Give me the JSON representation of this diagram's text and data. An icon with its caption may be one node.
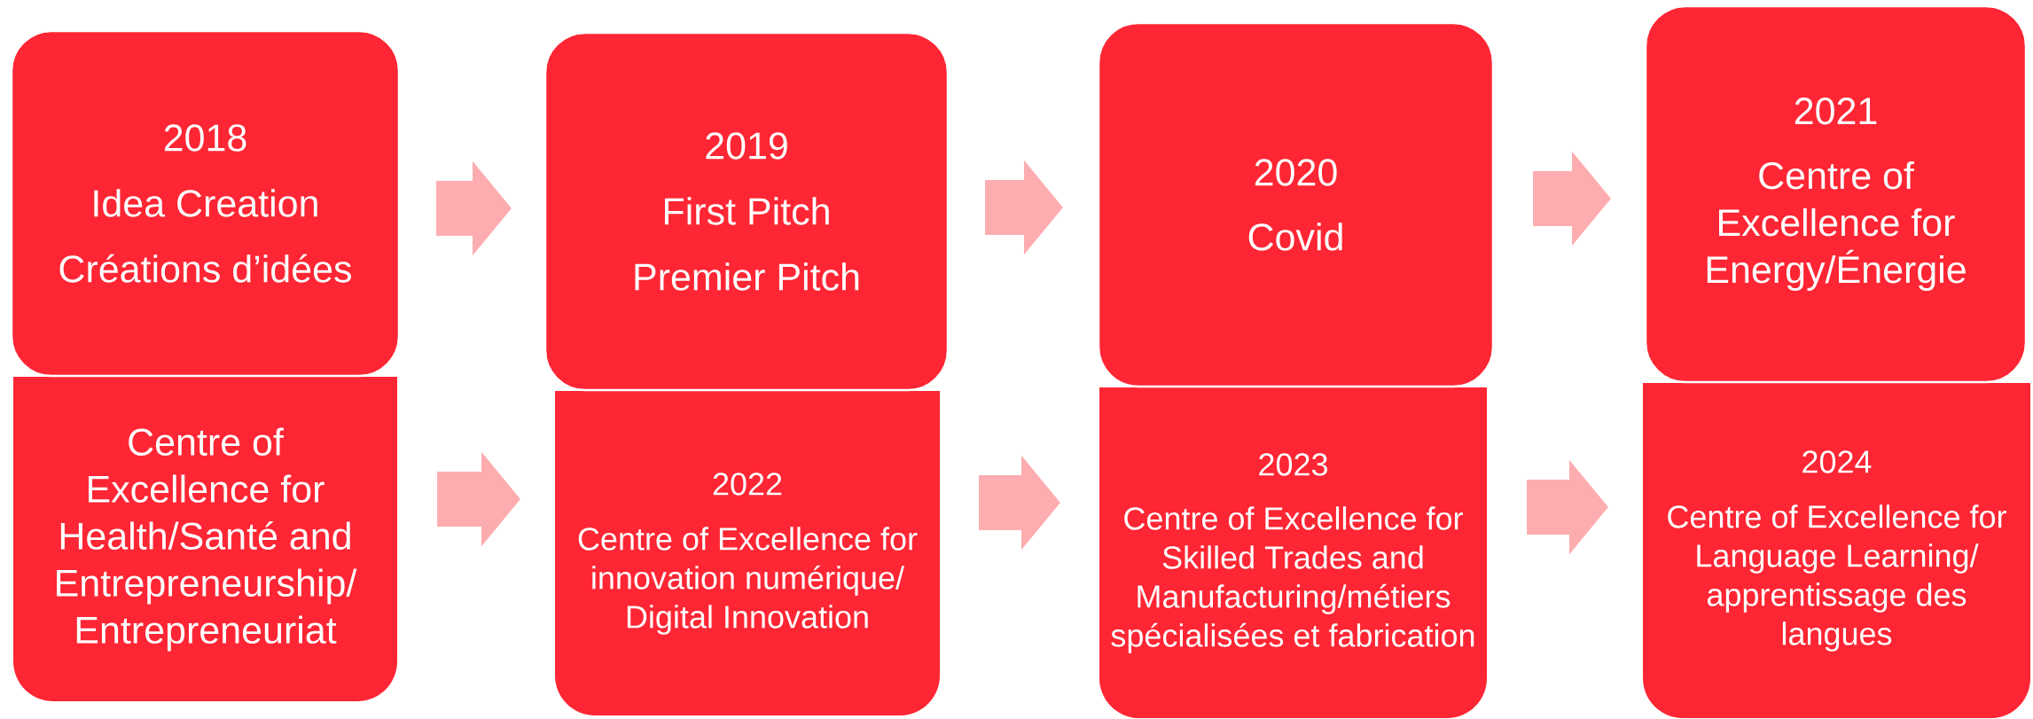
{
  "diagram": {
    "nodes": [
      {
        "text": [
          "2018",
          "Idea Creation",
          "Créations d’idées"
        ]
      },
      {
        "text": [
          "2019",
          "First Pitch",
          "Premier Pitch"
        ]
      },
      {
        "text": [
          "2020",
          "Covid"
        ]
      },
      {
        "text": [
          "2021",
          "Centre of Excellence for Energy/Énergie"
        ]
      },
      {
        "text": [
          "Centre of Excellence for Health/Santé and Entrepreneurship/Entrepreneuriat"
        ]
      },
      {
        "text": [
          "2022",
          "Centre of Excellence for innovation numérique/Digital Innovation"
        ]
      },
      {
        "text": [
          "2023",
          "Centre of Excellence for Skilled Trades and Manufacturing/métiers spécialisées et fabrication"
        ]
      },
      {
        "text": [
          "2024",
          "Centre of Excellence for Language Learning/apprentissage des langues"
        ]
      }
    ],
    "edges": [
      {
        "from": 0,
        "to": 1,
        "arrow": "to"
      },
      {
        "from": 1,
        "to": 2,
        "arrow": "to"
      },
      {
        "from": 2,
        "to": 3,
        "arrow": "to"
      },
      {
        "from": 4,
        "to": 5,
        "arrow": "to"
      },
      {
        "from": 5,
        "to": 6,
        "arrow": "to"
      },
      {
        "from": 6,
        "to": 7,
        "arrow": "to"
      }
    ]
  }
}
